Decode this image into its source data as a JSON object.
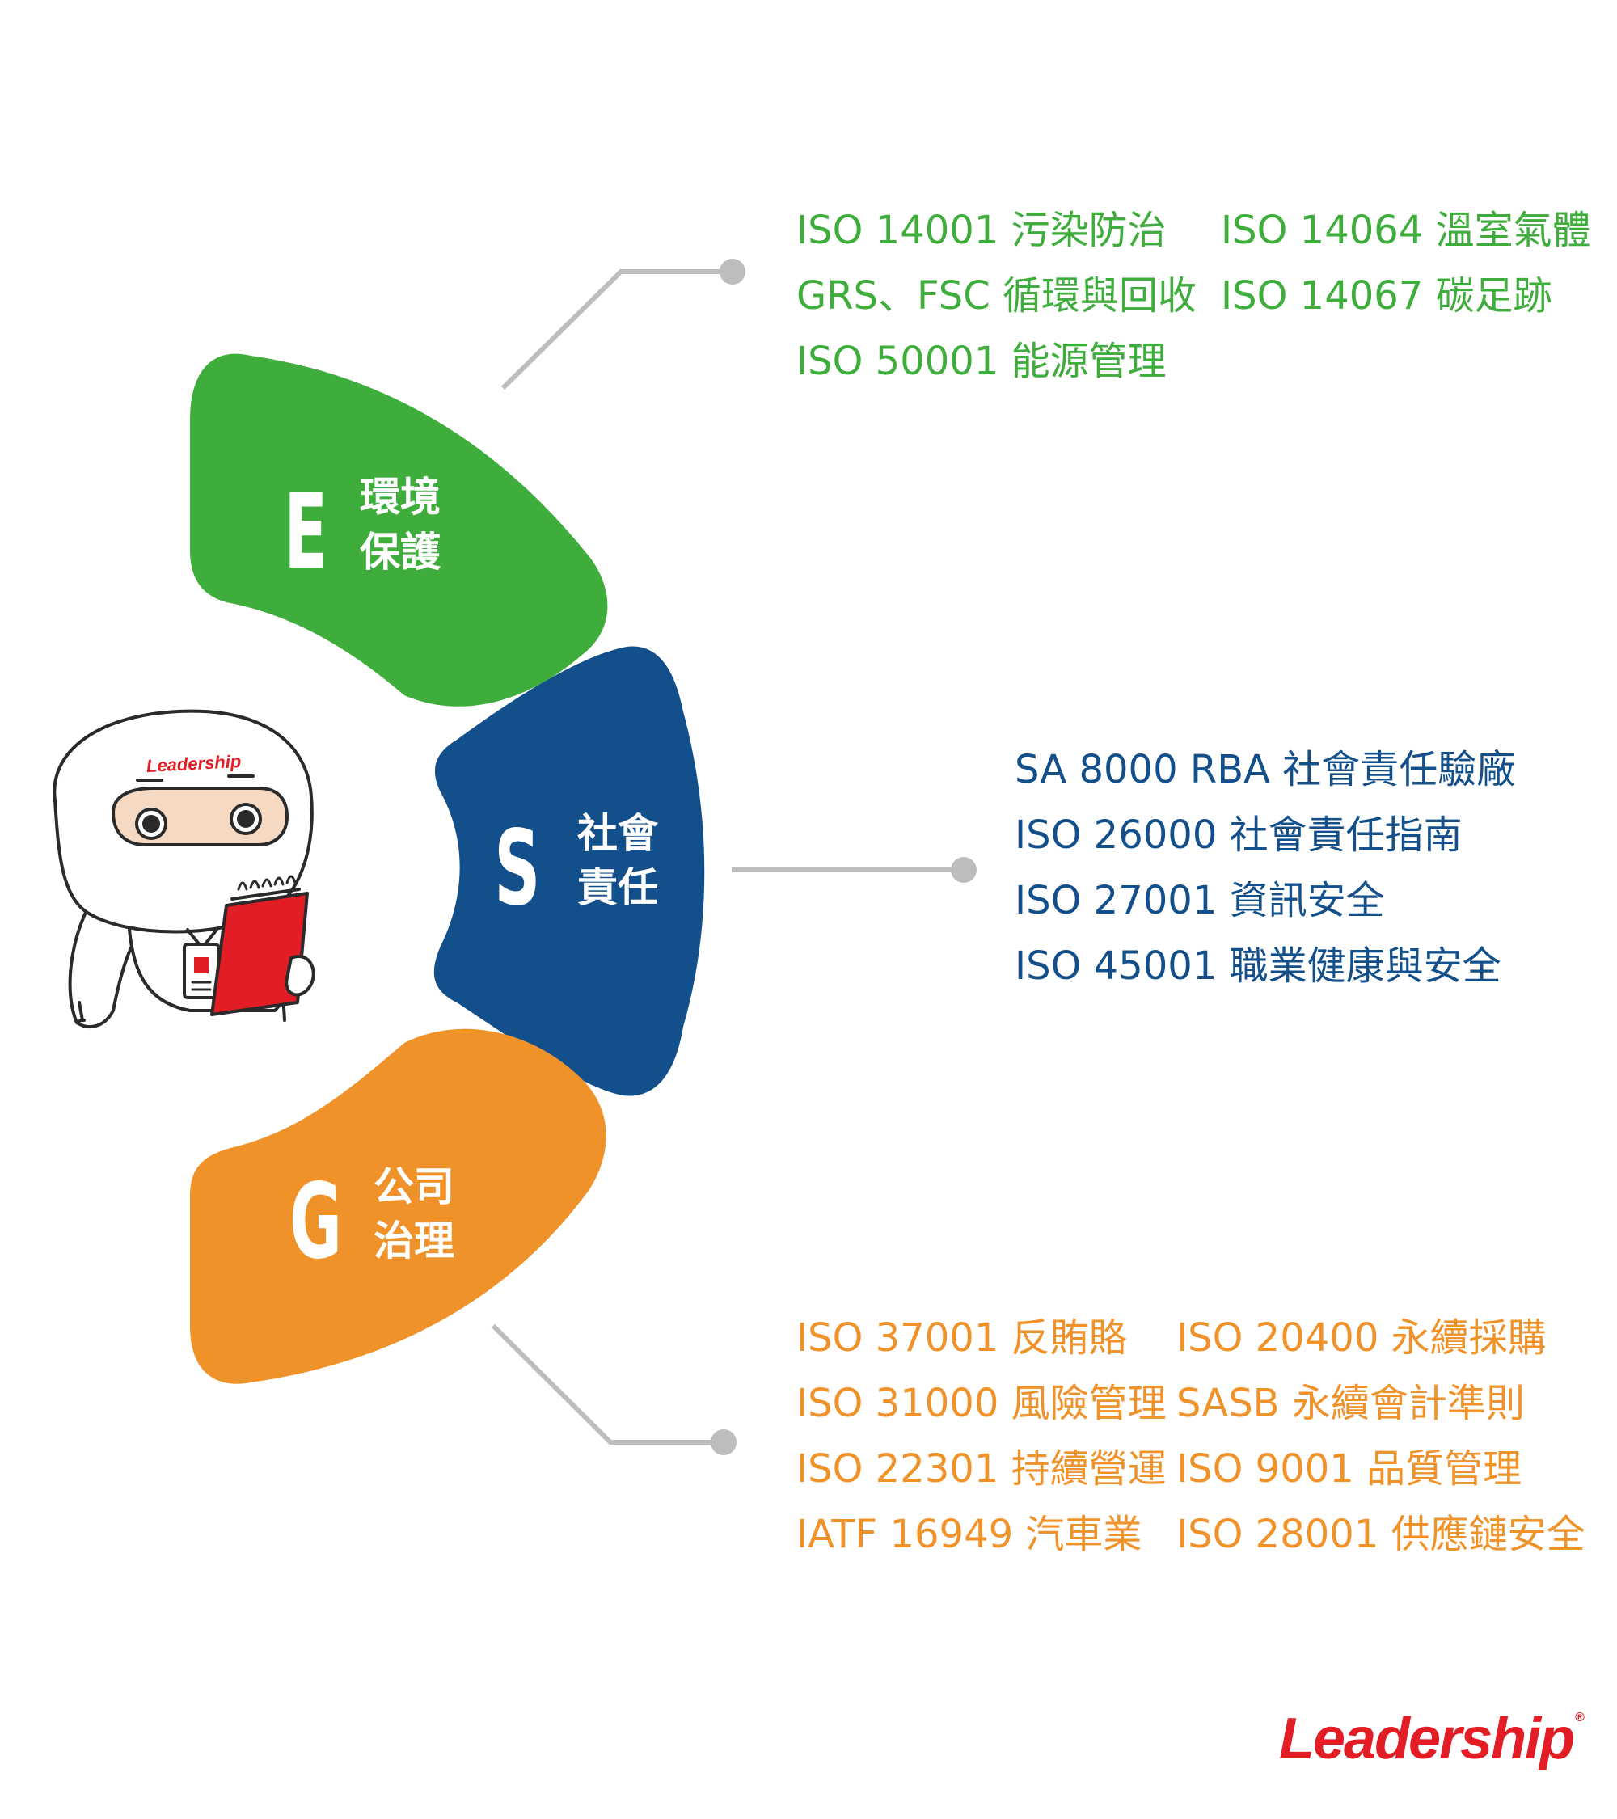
{
  "colors": {
    "environmental": "#3fad3c",
    "social": "#13508b",
    "governance": "#f0922a",
    "connector": "#bdbdbd",
    "brand": "#e21d25"
  },
  "segments": {
    "e": {
      "letter": "E",
      "label_line1": "環境",
      "label_line2": "保護"
    },
    "s": {
      "letter": "S",
      "label_line1": "社會",
      "label_line2": "責任"
    },
    "g": {
      "letter": "G",
      "label_line1": "公司",
      "label_line2": "治理"
    }
  },
  "environmental_items": {
    "col1": [
      "ISO 14001 污染防治",
      "GRS、FSC 循環與回收",
      "ISO 50001 能源管理"
    ],
    "col2": [
      "ISO 14064 溫室氣體",
      "ISO 14067 碳足跡"
    ]
  },
  "social_items": [
    "SA 8000 RBA 社會責任驗廠",
    "ISO 26000 社會責任指南",
    "ISO 27001 資訊安全",
    "ISO 45001 職業健康與安全"
  ],
  "governance_items": {
    "col1": [
      "ISO 37001 反賄賂",
      "ISO 31000 風險管理",
      "ISO 22301 持續營運",
      "IATF 16949 汽車業"
    ],
    "col2": [
      "ISO 20400 永續採購",
      "SASB 永續會計準則",
      "ISO 9001 品質管理",
      "ISO 28001 供應鏈安全"
    ]
  },
  "mascot": {
    "badge_text": "Leadership"
  },
  "brand": {
    "logo_text": "Leadership",
    "mark": "®"
  }
}
